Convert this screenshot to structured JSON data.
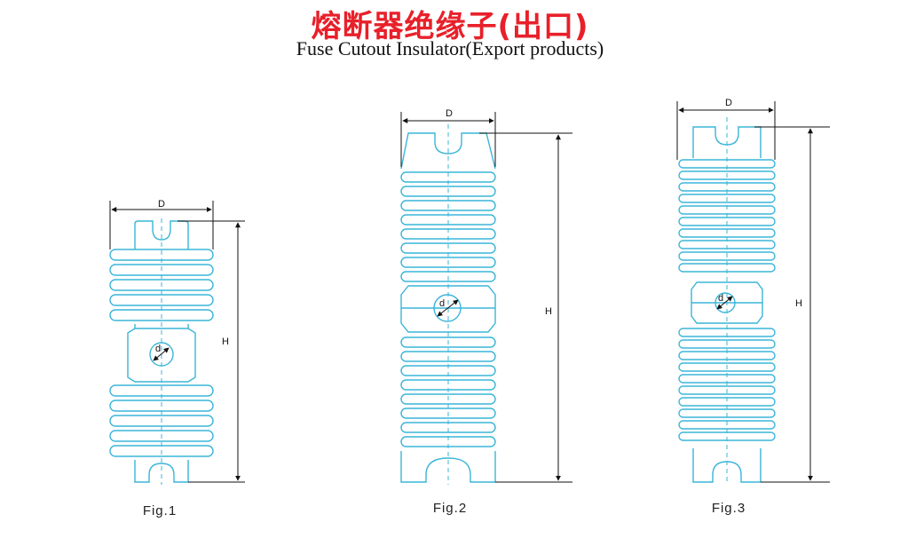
{
  "header": {
    "title_cn": "熔断器绝缘子(出口)",
    "title_en": "Fuse Cutout Insulator(Export products)"
  },
  "figures": [
    {
      "label": "Fig.1",
      "dim_d": "D",
      "dim_h": "H",
      "dim_small_d": "d"
    },
    {
      "label": "Fig.2",
      "dim_d": "D",
      "dim_h": "H",
      "dim_small_d": "d"
    },
    {
      "label": "Fig.3",
      "dim_d": "D",
      "dim_h": "H",
      "dim_small_d": "d"
    }
  ],
  "colors": {
    "outline": "#3ab5d8",
    "dim": "#111111",
    "title": "#e8202a"
  }
}
